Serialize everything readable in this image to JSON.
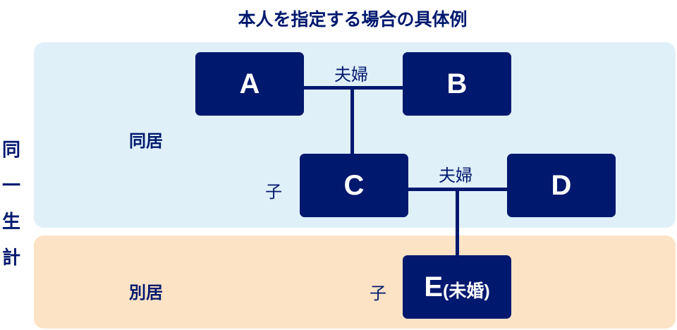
{
  "title": "本人を指定する場合の具体例",
  "side_label": [
    "同",
    "一",
    "生",
    "計"
  ],
  "zones": {
    "cohabit": "同居",
    "separate": "別居"
  },
  "persons": {
    "a": "A",
    "b": "B",
    "c": "C",
    "d": "D",
    "e": "E",
    "e_note": "(未婚)"
  },
  "relations": {
    "spouse1": "夫婦",
    "spouse2": "夫婦",
    "child1": "子",
    "child2": "子"
  },
  "colors": {
    "navy": "#00186e",
    "cohabit_bg": "#dff0f9",
    "separate_bg": "#fde3c6"
  }
}
